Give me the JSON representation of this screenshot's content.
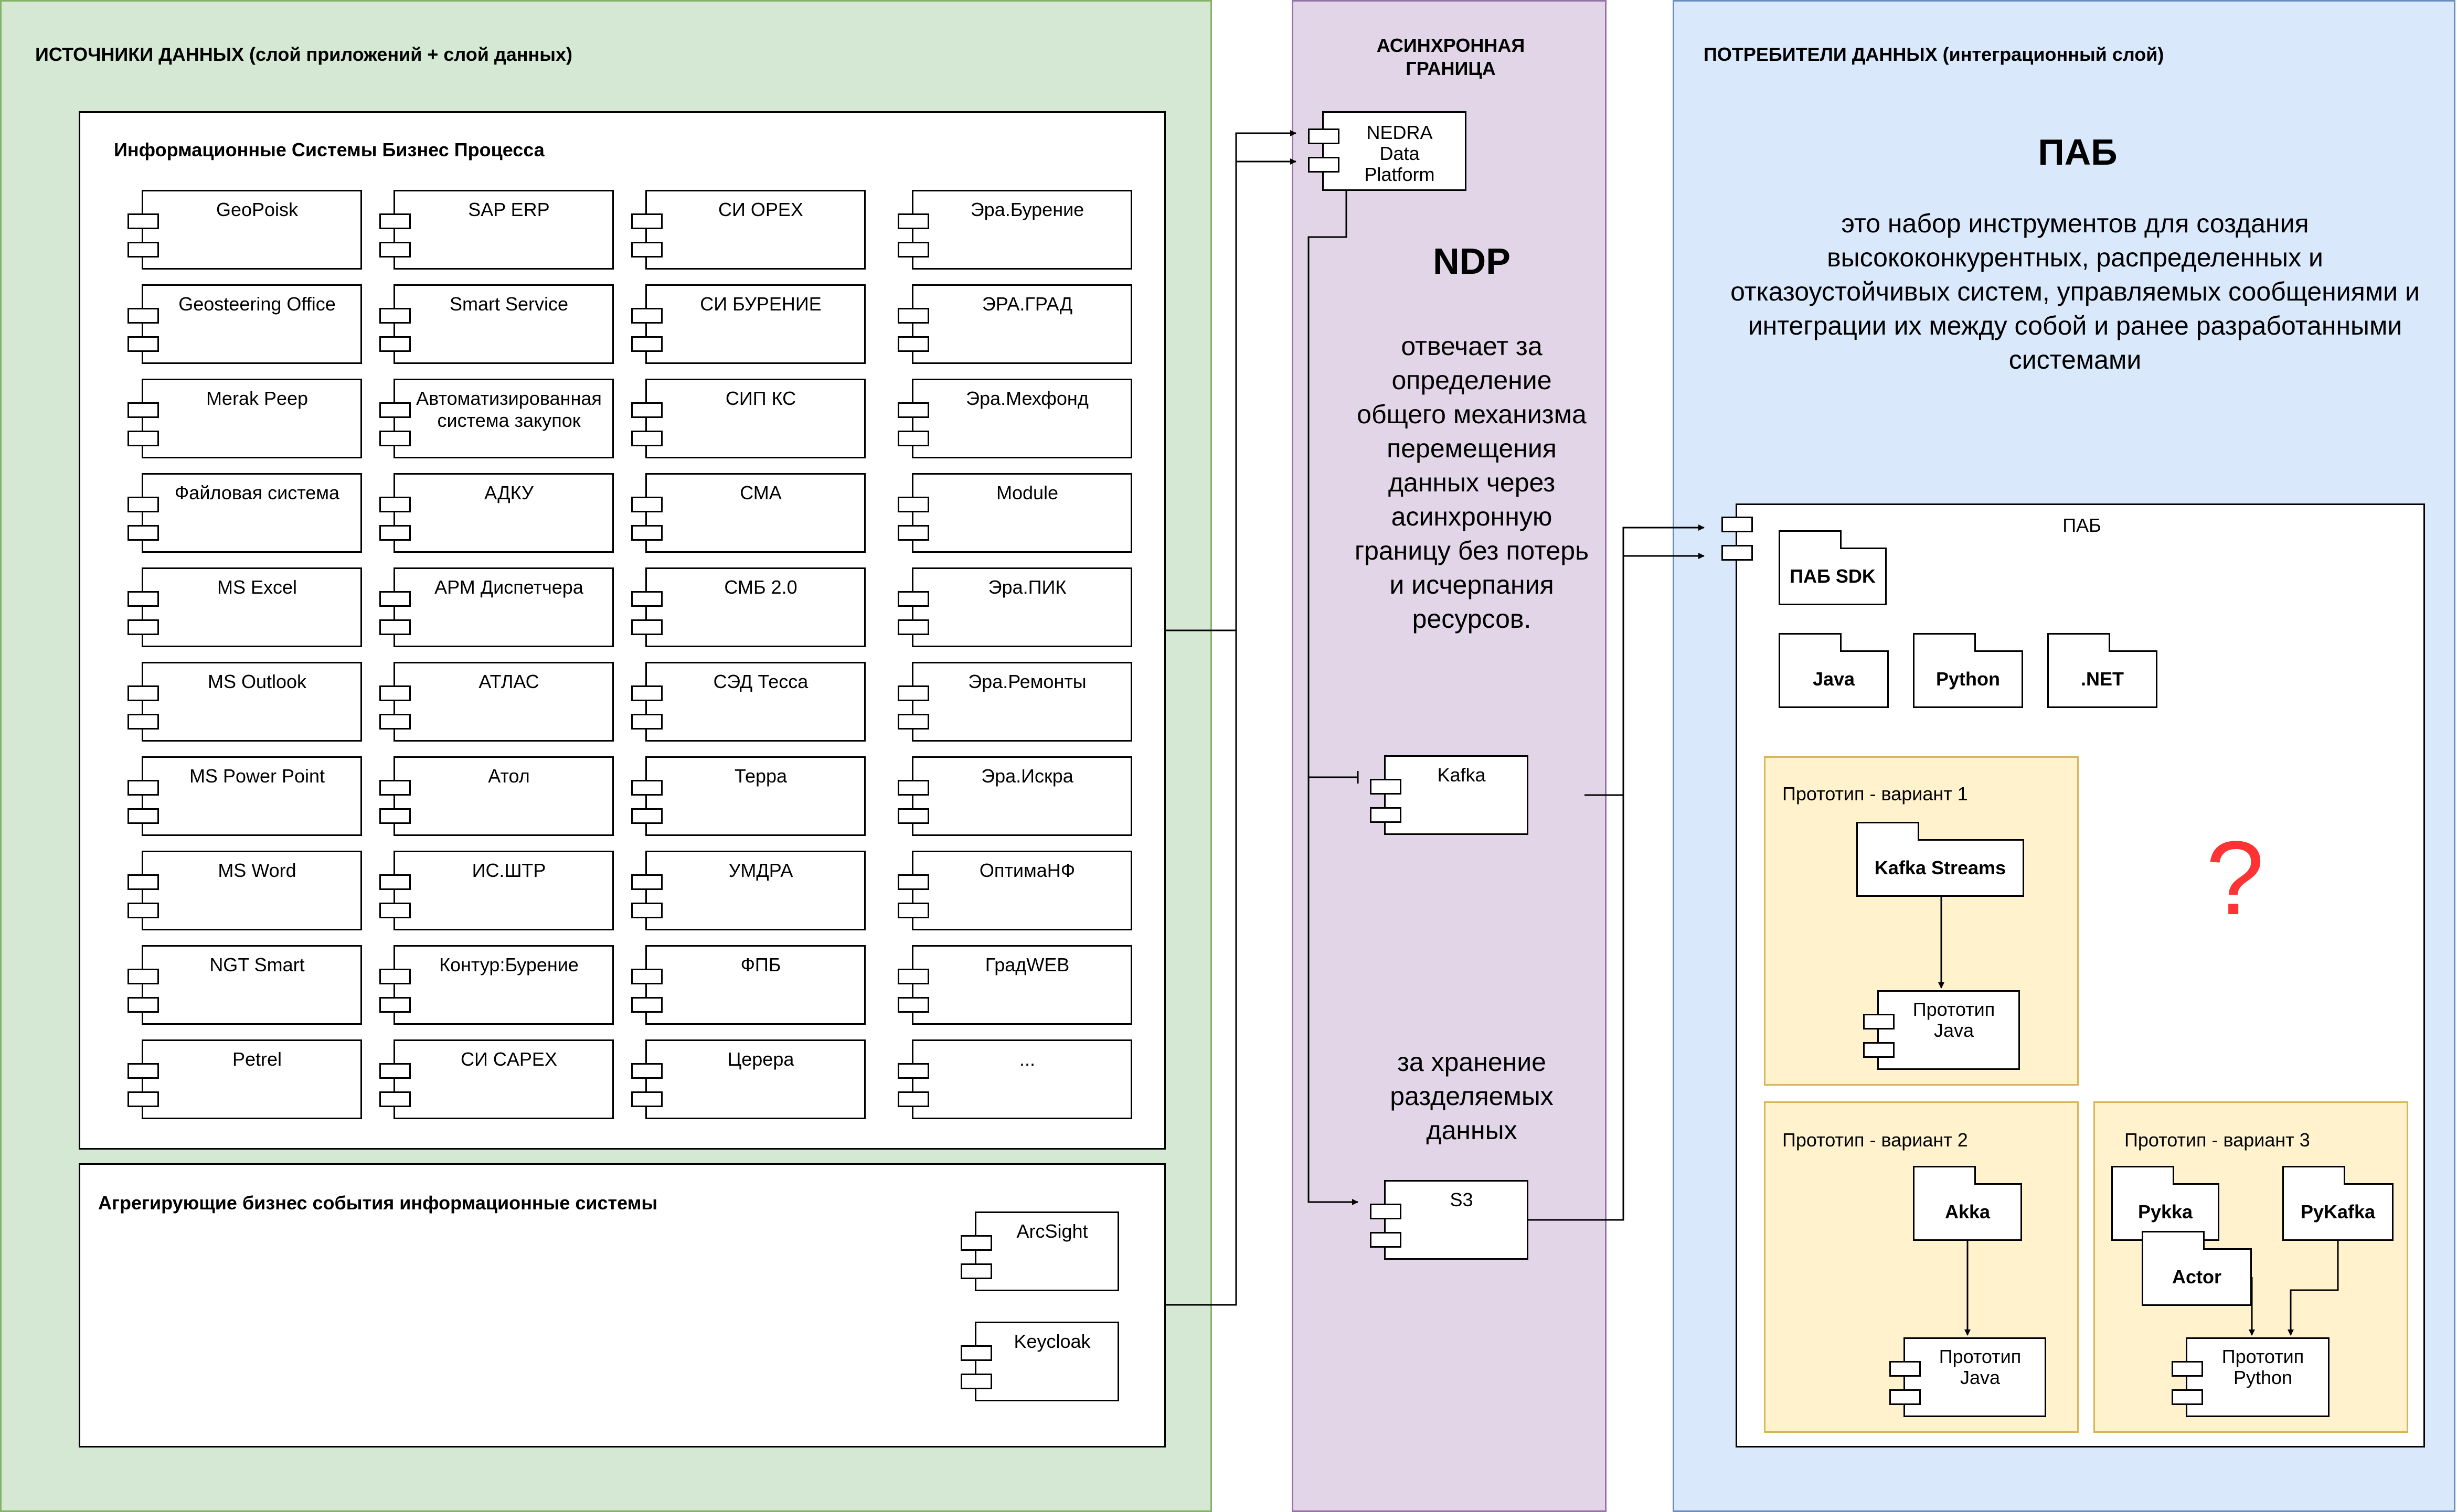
{
  "lanes": {
    "sources": {
      "title": "ИСТОЧНИКИ ДАННЫХ (слой приложений + слой данных)",
      "fill": "#d5e8d4",
      "stroke": "#82b366"
    },
    "boundary": {
      "title_line1": "АСИНХРОННАЯ",
      "title_line2": "ГРАНИЦА",
      "fill": "#e1d5e7",
      "stroke": "#9673a6"
    },
    "consumers": {
      "title": "ПОТРЕБИТЕЛИ ДАННЫХ (интеграционный слой)",
      "fill": "#dae8fc",
      "stroke": "#6c8ebf"
    }
  },
  "is_frame": {
    "title": "Информационные Системы Бизнес Процесса",
    "columns": [
      [
        "GeoPoisk",
        "Geosteering Office",
        "Merak Peep",
        "Файловая система",
        "MS Excel",
        "MS Outlook",
        "MS Power Point",
        "MS Word",
        "NGT Smart",
        "Petrel"
      ],
      [
        "SAP ERP",
        "Smart Service",
        "Автоматизированная система закупок",
        "АДКУ",
        "АРМ Диспетчера",
        "АТЛАС",
        "Атол",
        "ИС.ШТР",
        "Контур:Бурение",
        "СИ CAPEX"
      ],
      [
        "СИ OPEX",
        "СИ БУРЕНИЕ",
        "СИП КС",
        "СМА",
        "СМБ 2.0",
        "СЭД Тесса",
        "Терра",
        "УМДРА",
        "ФПБ",
        "Церера"
      ],
      [
        "Эра.Бурение",
        "ЭРА.ГРАД",
        "Эра.Мехфонд",
        "Module",
        "Эра.ПИК",
        "Эра.Ремонты",
        "Эра.Искра",
        "ОптимаНФ",
        "ГрадWEB",
        "..."
      ]
    ]
  },
  "agg_frame": {
    "title": "Агрегирующие бизнес события информационные системы",
    "items": [
      "ArcSight",
      "Keycloak"
    ]
  },
  "boundary": {
    "nedra": {
      "line1": "NEDRA",
      "line2": "Data",
      "line3": "Platform"
    },
    "ndp_title": "NDP",
    "ndp_text": "отвечает за определение общего механизма перемещения данных через асинхронную границу без потерь и исчерпания ресурсов.",
    "storage_text": "за хранение разделяемых данных",
    "kafka": "Kafka",
    "s3": "S3"
  },
  "consumers": {
    "pab_title": "ПАБ",
    "pab_desc": "это набор инструментов для создания высококонкурентных, распределенных и отказоустойчивых систем, управляемых сообщениями и интеграции их между собой и ранее разработанными системами",
    "pab_frame_title": "ПАБ",
    "sdk": "ПАБ SDK",
    "langs": [
      "Java",
      "Python",
      ".NET"
    ],
    "question": "?",
    "question_color": "#ff3333",
    "proto1": {
      "title": "Прототип - вариант 1",
      "pkg": "Kafka Streams",
      "comp_line1": "Прототип",
      "comp_line2": "Java"
    },
    "proto2": {
      "title": "Прототип - вариант 2",
      "pkg": "Akka",
      "comp_line1": "Прототип",
      "comp_line2": "Java"
    },
    "proto3": {
      "title": "Прототип - вариант 3",
      "pkg_a": "Pykka",
      "pkg_b": "Actor",
      "pkg_c": "PyKafka",
      "comp_line1": "Прототип",
      "comp_line2": "Python"
    }
  }
}
